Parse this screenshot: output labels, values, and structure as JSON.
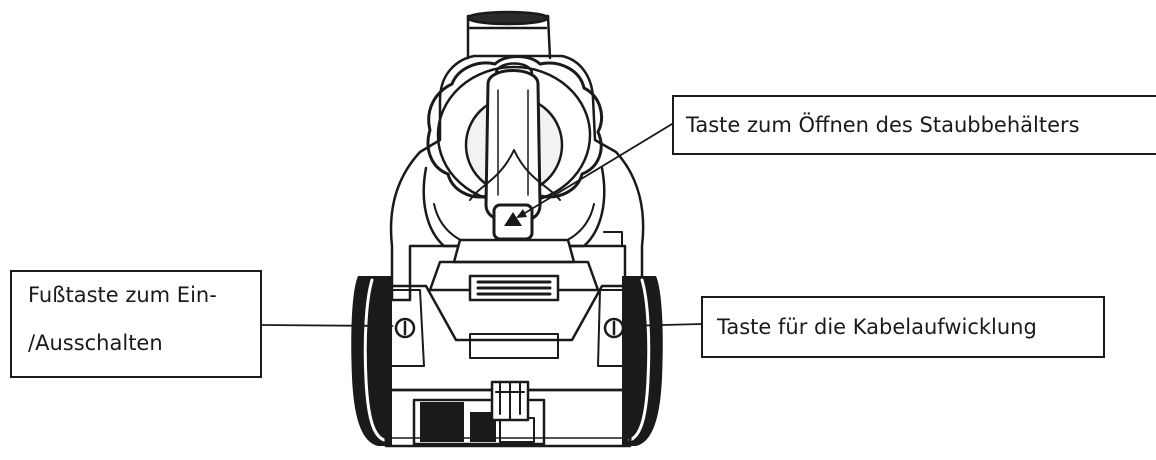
{
  "diagram": {
    "subject": "vacuum-cleaner-front-view",
    "callouts": {
      "dustbin_button": "Taste zum Öffnen des Staubbehälters",
      "foot_switch_line1": "Fußtaste zum Ein-",
      "foot_switch_line2": "/Ausschalten",
      "cable_rewind_button": "Taste für die Kabelaufwicklung"
    }
  }
}
